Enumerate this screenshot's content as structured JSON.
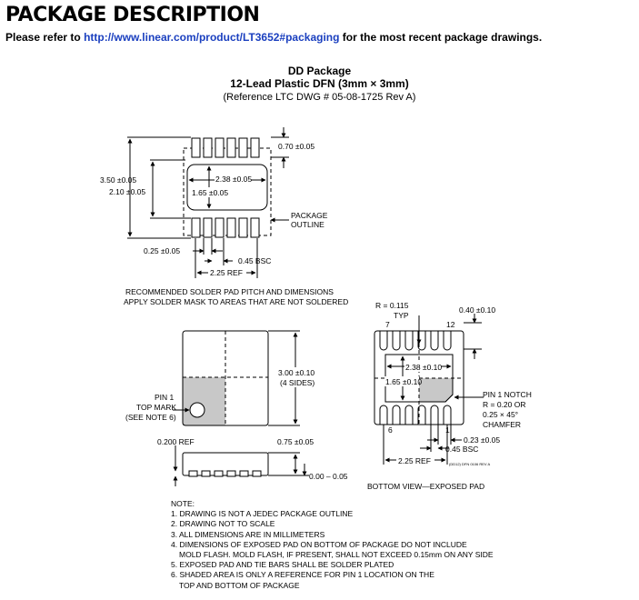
{
  "header": {
    "title": "PACKAGE DESCRIPTION",
    "refer_prefix": "Please refer to",
    "refer_link": "http://www.linear.com/product/LT3652#packaging",
    "refer_suffix": "for the most recent package drawings."
  },
  "package": {
    "name": "DD Package",
    "subtitle": "12-Lead Plastic DFN (3mm × 3mm)",
    "reference": "(Reference LTC DWG # 05-08-1725 Rev A)"
  },
  "top_drawing": {
    "dim_pad_length": "0.70 ±0.05",
    "dim_outer_width": "3.50 ±0.05",
    "dim_inner_width": "2.10 ±0.05",
    "dim_pad_center_length": "2.38 ±0.05",
    "dim_pad_center_width": "1.65 ±0.05",
    "package_outline": [
      "PACKAGE",
      "OUTLINE"
    ],
    "dim_lead_width": "0.25 ±0.05",
    "dim_pitch": "0.45 BSC",
    "dim_ref": "2.25 REF",
    "caption": [
      "RECOMMENDED SOLDER PAD PITCH AND DIMENSIONS",
      "APPLY SOLDER MASK TO AREAS THAT ARE NOT SOLDERED"
    ]
  },
  "side_drawing": {
    "dim_body": "3.00 ±0.10",
    "dim_sides": "(4 SIDES)",
    "pin1_label": [
      "PIN 1",
      "TOP MARK",
      "(SEE NOTE 6)"
    ],
    "dim_ref": "0.200 REF",
    "dim_height": "0.75 ±0.05",
    "dim_standoff": "0.00 – 0.05"
  },
  "bottom_view": {
    "radius_label": [
      "R = 0.115",
      "TYP"
    ],
    "pin_7": "7",
    "pin_12": "12",
    "pin_6": "6",
    "pin_1": "1",
    "dim_pad_length": "0.40 ±0.10",
    "dim_pad_center_length": "2.38 ±0.10",
    "dim_pad_center_width": "1.65 ±0.10",
    "notch_label": [
      "PIN 1 NOTCH",
      "R = 0.20 OR",
      "0.25 × 45°",
      "CHAMFER"
    ],
    "dim_lead_width": "0.23 ±0.05",
    "dim_pitch": "0.45 BSC",
    "dim_ref": "2.25 REF",
    "drawing_code": "(DD12) DFN 0106 REV A",
    "caption": "BOTTOM VIEW—EXPOSED PAD"
  },
  "notes": {
    "heading": "NOTE:",
    "items": [
      "1. DRAWING IS NOT A JEDEC PACKAGE OUTLINE",
      "2. DRAWING NOT TO SCALE",
      "3. ALL DIMENSIONS ARE IN MILLIMETERS",
      "4. DIMENSIONS OF EXPOSED PAD ON BOTTOM OF PACKAGE DO NOT INCLUDE",
      "MOLD FLASH. MOLD FLASH, IF PRESENT, SHALL NOT EXCEED 0.15mm ON ANY SIDE",
      "5. EXPOSED PAD AND TIE BARS SHALL BE SOLDER PLATED",
      "6. SHADED AREA IS ONLY A REFERENCE FOR PIN 1 LOCATION ON THE",
      "TOP AND BOTTOM OF PACKAGE"
    ]
  }
}
